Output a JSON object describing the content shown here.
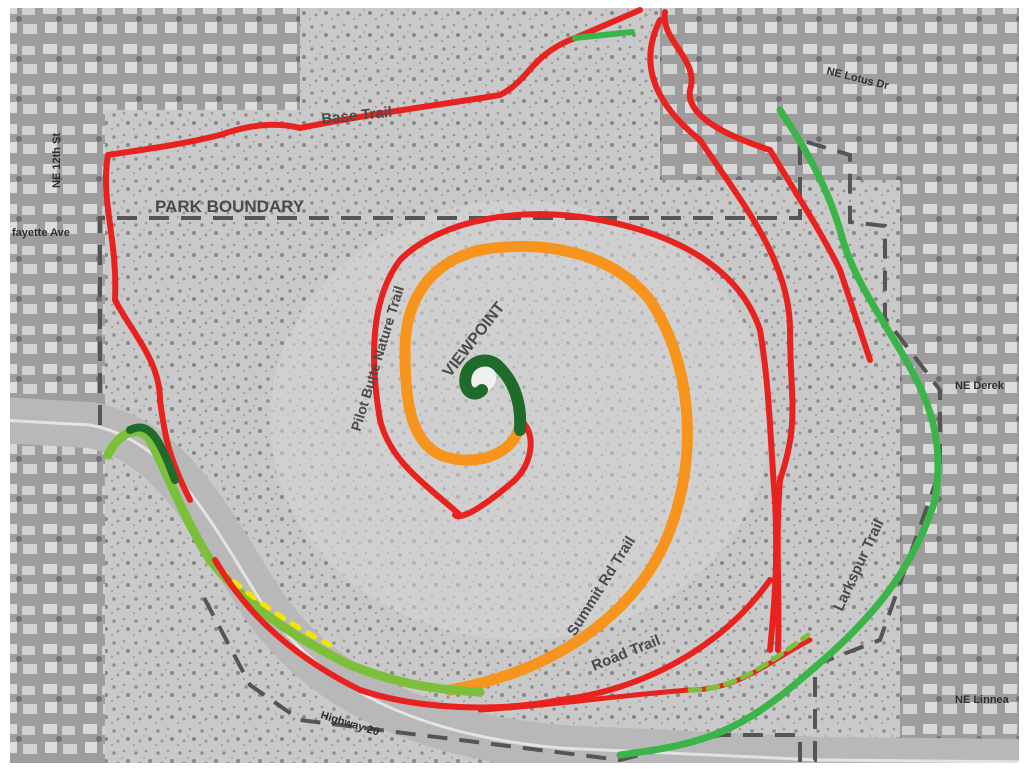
{
  "map": {
    "labels": {
      "park_boundary": "PARK BOUNDARY",
      "viewpoint": "VIEWPOINT"
    },
    "trails": {
      "base_trail": "Base Trail",
      "pilot_butte_nature_trail": "Pilot Butte Nature Trail",
      "summit_rd_trail": "Summit Rd Trail",
      "road_trail": "Road Trail",
      "larkspur_trail": "Larkspur Trail"
    },
    "streets": {
      "ne_12th_st": "NE 12th St",
      "lafayette_ave": "fayette Ave",
      "ne_lotus_dr": "NE Lotus Dr",
      "ne_derek": "NE Derek",
      "ne_linnea": "NE Linnea",
      "highway_20": "Highway 20"
    },
    "colors": {
      "trail_red": "#e8231f",
      "trail_orange": "#f7941d",
      "trail_yellow": "#f2e600",
      "trail_light_green": "#7bbf3a",
      "trail_green": "#3bb54a",
      "trail_dark_green": "#1f6b2c",
      "boundary": "#555555"
    }
  }
}
